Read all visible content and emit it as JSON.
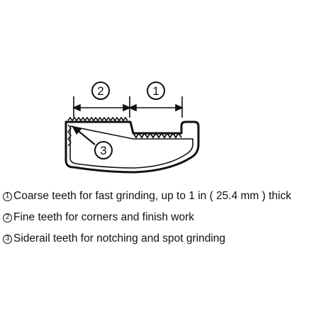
{
  "diagram": {
    "callouts": {
      "fine": "2",
      "coarse": "1",
      "siderail": "3"
    }
  },
  "legend": [
    {
      "number": "1",
      "text": "Coarse teeth for fast grinding, up to 1 in ( 25.4 mm ) thick"
    },
    {
      "number": "2",
      "text": "Fine teeth for corners and finish work"
    },
    {
      "number": "3",
      "text": "Siderail teeth for notching and spot grinding"
    }
  ]
}
